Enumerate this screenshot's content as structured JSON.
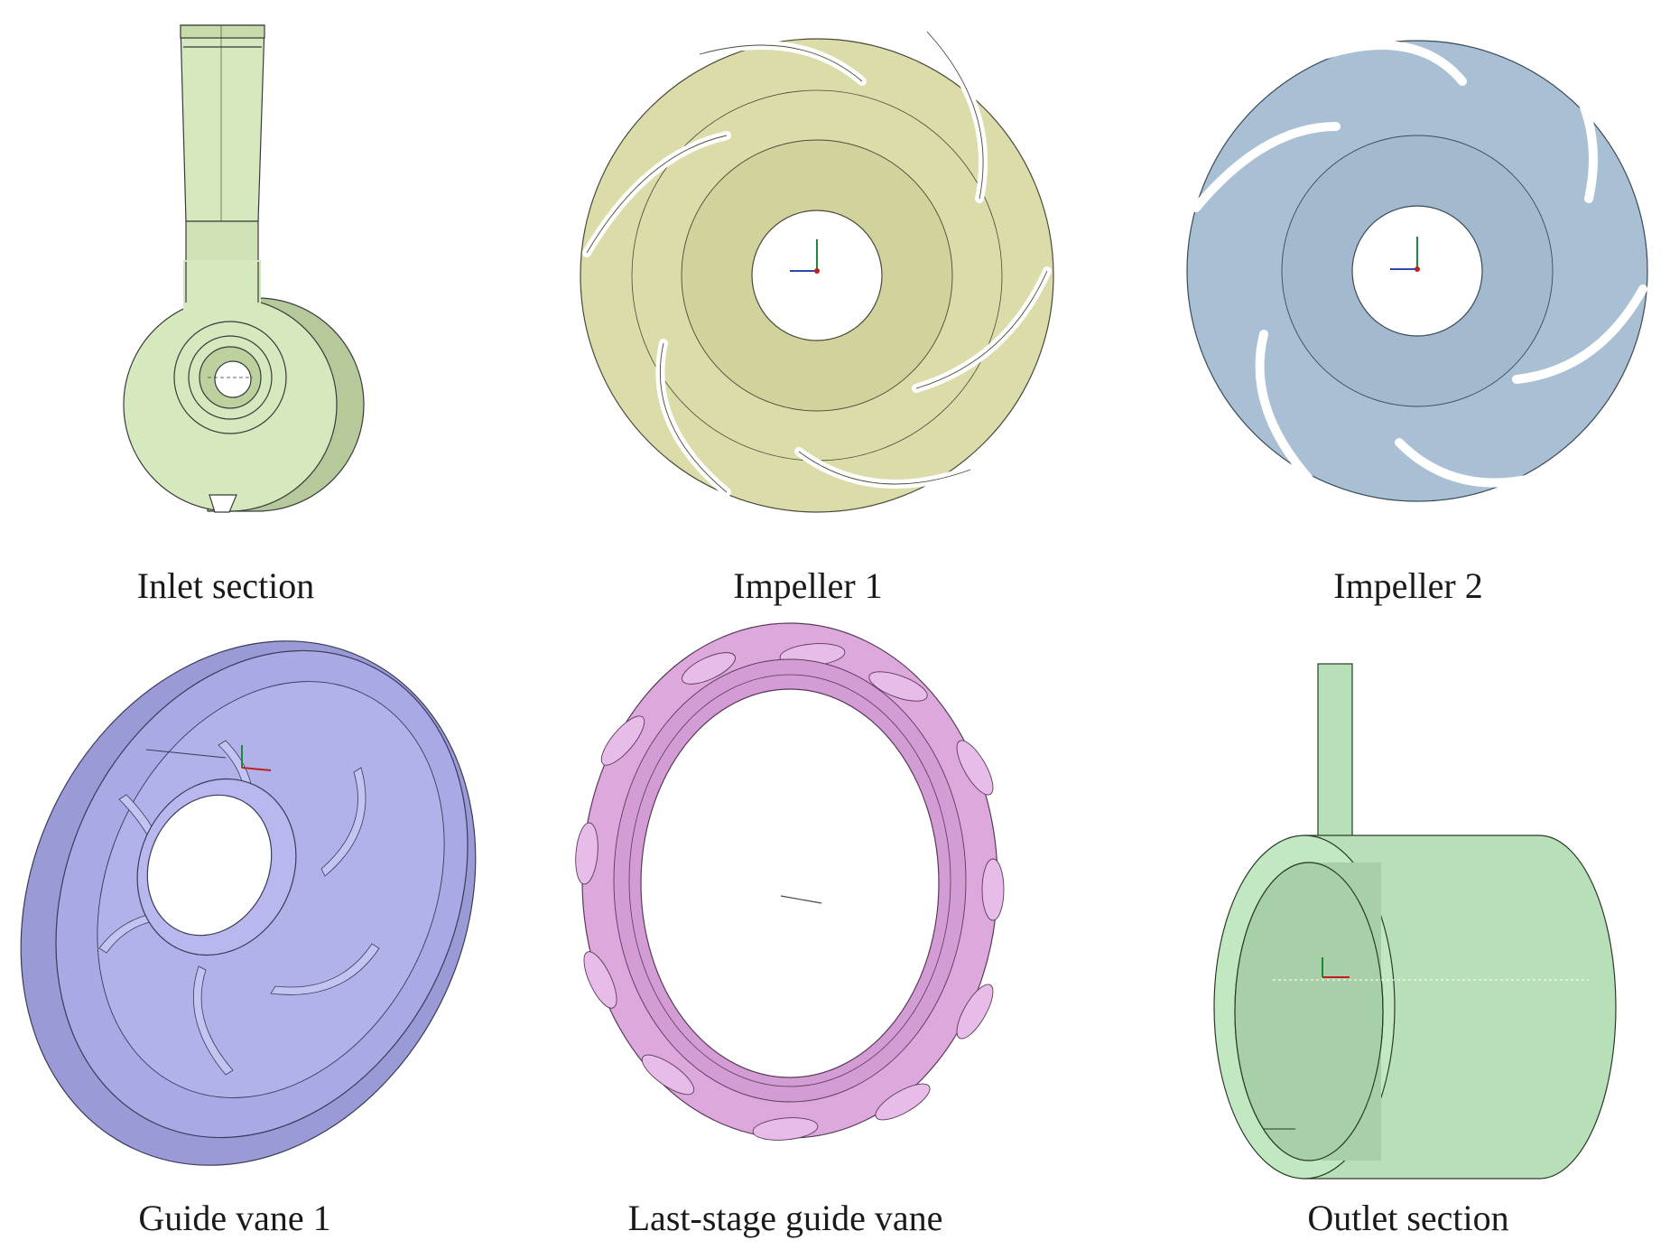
{
  "parts": [
    {
      "id": "inlet",
      "caption": "Inlet section",
      "color": "#d6e8bd"
    },
    {
      "id": "impeller1",
      "caption": "Impeller 1",
      "color": "#dcdcaa"
    },
    {
      "id": "impeller2",
      "caption": "Impeller 2",
      "color": "#a9bfd3"
    },
    {
      "id": "guide1",
      "caption": "Guide vane 1",
      "color": "#a9a9e6"
    },
    {
      "id": "laststage",
      "caption": "Last-stage guide vane",
      "color": "#dda9dd"
    },
    {
      "id": "outlet",
      "caption": "Outlet section",
      "color": "#b8e0b8"
    }
  ]
}
